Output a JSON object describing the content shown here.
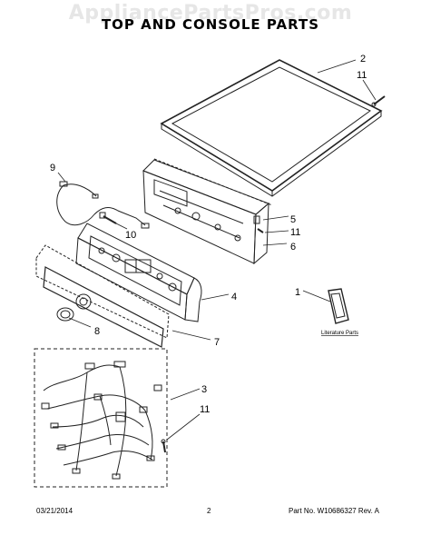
{
  "watermark": "AppliancePartsPros.com",
  "title": "TOP AND CONSOLE PARTS",
  "callouts": {
    "c1": "1",
    "c2": "2",
    "c3": "3",
    "c4": "4",
    "c5": "5",
    "c6": "6",
    "c7": "7",
    "c8": "8",
    "c9": "9",
    "c10": "10",
    "c11a": "11",
    "c11b": "11",
    "c11c": "11"
  },
  "literature_label": "Literature Parts",
  "footer": {
    "date": "03/21/2014",
    "page": "2",
    "part_number": "Part No. W10686327  Rev. A"
  }
}
